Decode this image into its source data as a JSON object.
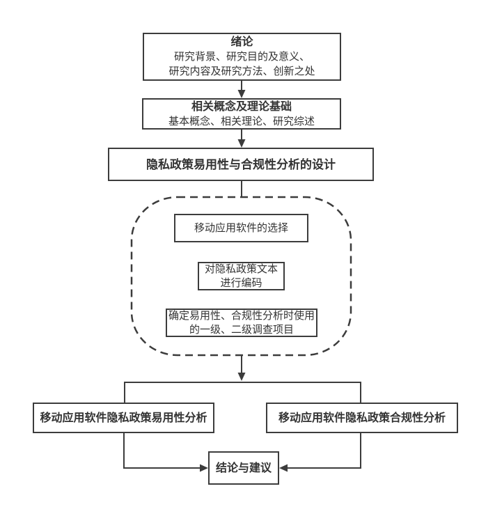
{
  "diagram": {
    "title": "thesis-structure-flowchart",
    "colors": {
      "line": "#3c3c3c",
      "text": "#333333",
      "background": "#ffffff"
    },
    "nodes": {
      "intro": {
        "title": "绪论",
        "lines": [
          "研究背景、研究目的及意义、",
          "研究内容及研究方法、创新之处"
        ]
      },
      "concepts": {
        "title": "相关概念及理论基础",
        "lines": [
          "基本概念、相关理论、研究综述"
        ]
      },
      "design": {
        "label": "隐私政策易用性与合规性分析的设计"
      },
      "select_app": {
        "label": "移动应用软件的选择"
      },
      "encode": {
        "lines": [
          "对隐私政策文本",
          "进行编码"
        ]
      },
      "determine": {
        "lines": [
          "确定易用性、合规性分析时使用",
          "的一级、二级调查项目"
        ]
      },
      "usability": {
        "label": "移动应用软件隐私政策易用性分析"
      },
      "compliance": {
        "label": "移动应用软件隐私政策合规性分析"
      },
      "conclusion": {
        "label": "结论与建议"
      }
    }
  }
}
